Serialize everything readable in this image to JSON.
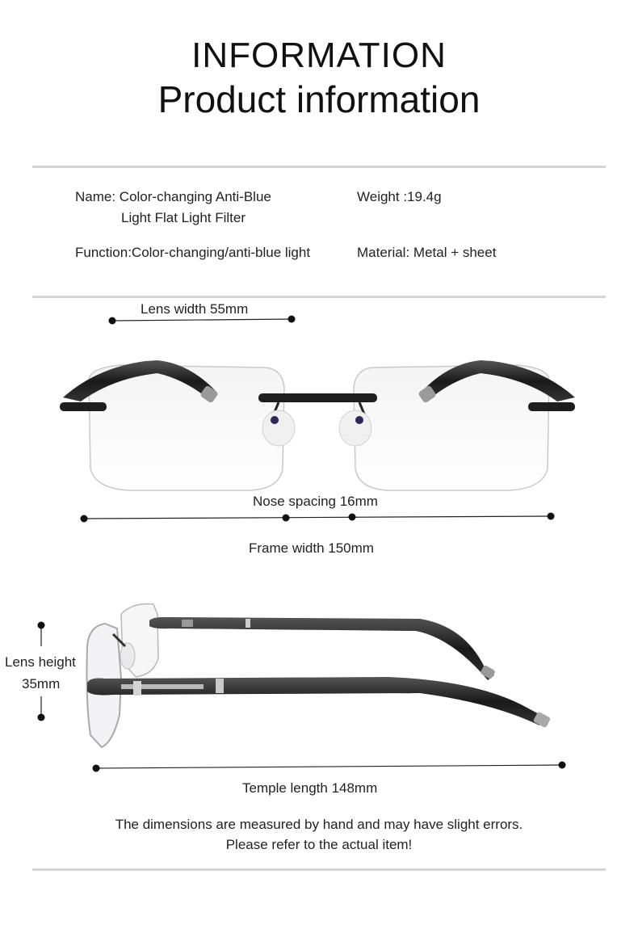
{
  "header": {
    "title": "INFORMATION",
    "subtitle": "Product information"
  },
  "info": {
    "name_line1": "Name: Color-changing Anti-Blue",
    "name_line2": "Light Flat Light Filter",
    "weight": "Weight :19.4g",
    "function": "Function:Color-changing/anti-blue light",
    "material": "Material: Metal + sheet"
  },
  "dimensions": {
    "lens_width": "Lens width 55mm",
    "nose_spacing": "Nose spacing 16mm",
    "frame_width": "Frame width  150mm",
    "lens_height_line1": "Lens height",
    "lens_height_line2": "35mm",
    "temple_length": "Temple length  148mm"
  },
  "note": {
    "line1": "The dimensions are measured by hand and may have slight errors.",
    "line2": "Please refer to the actual item!"
  }
}
